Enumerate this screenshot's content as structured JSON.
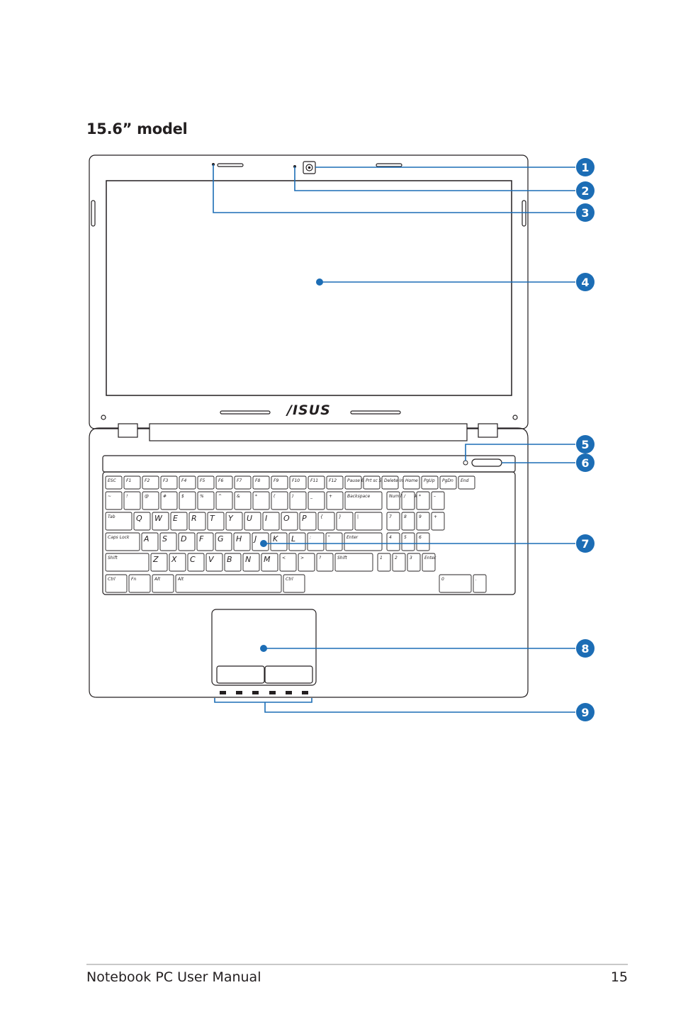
{
  "page": {
    "title": "15.6” model",
    "footer_left": "Notebook PC User Manual",
    "page_number": "15"
  },
  "figure": {
    "brand_logo": "/ISUS",
    "callouts": [
      "1",
      "2",
      "3",
      "4",
      "5",
      "6",
      "7",
      "8",
      "9"
    ],
    "callout_color": "#1c6db5",
    "keyboard_rows": [
      [
        "ESC",
        "F1",
        "F2",
        "F3",
        "F4",
        "F5",
        "F6",
        "F7",
        "F8",
        "F9",
        "F10",
        "F11",
        "F12",
        "Pause Break",
        "Prt sc Sysrq",
        "Delete Insert",
        "Home",
        "PgUp",
        "PgDn",
        "End"
      ],
      [
        "~",
        "!",
        "@",
        "#",
        "$",
        "%",
        "^",
        "&",
        "*",
        "(",
        ")",
        "_",
        "+",
        "Backspace",
        "Num lk Scr lk",
        "/",
        "*",
        "–"
      ],
      [
        "Tab",
        "Q",
        "W",
        "E",
        "R",
        "T",
        "Y",
        "U",
        "I",
        "O",
        "P",
        "{",
        "}",
        "|",
        "7",
        "8",
        "9",
        "+"
      ],
      [
        "Caps Lock",
        "A",
        "S",
        "D",
        "F",
        "G",
        "H",
        "J",
        "K",
        "L",
        ":",
        "\"",
        "Enter",
        "4",
        "5",
        "6"
      ],
      [
        "Shift",
        "Z",
        "X",
        "C",
        "V",
        "B",
        "N",
        "M",
        "<",
        ">",
        "?",
        "Shift",
        "1",
        "2",
        "3",
        "Enter"
      ],
      [
        "Ctrl",
        "Fn",
        "Alt",
        "Alt",
        "Ctrl",
        "0",
        "."
      ]
    ]
  }
}
